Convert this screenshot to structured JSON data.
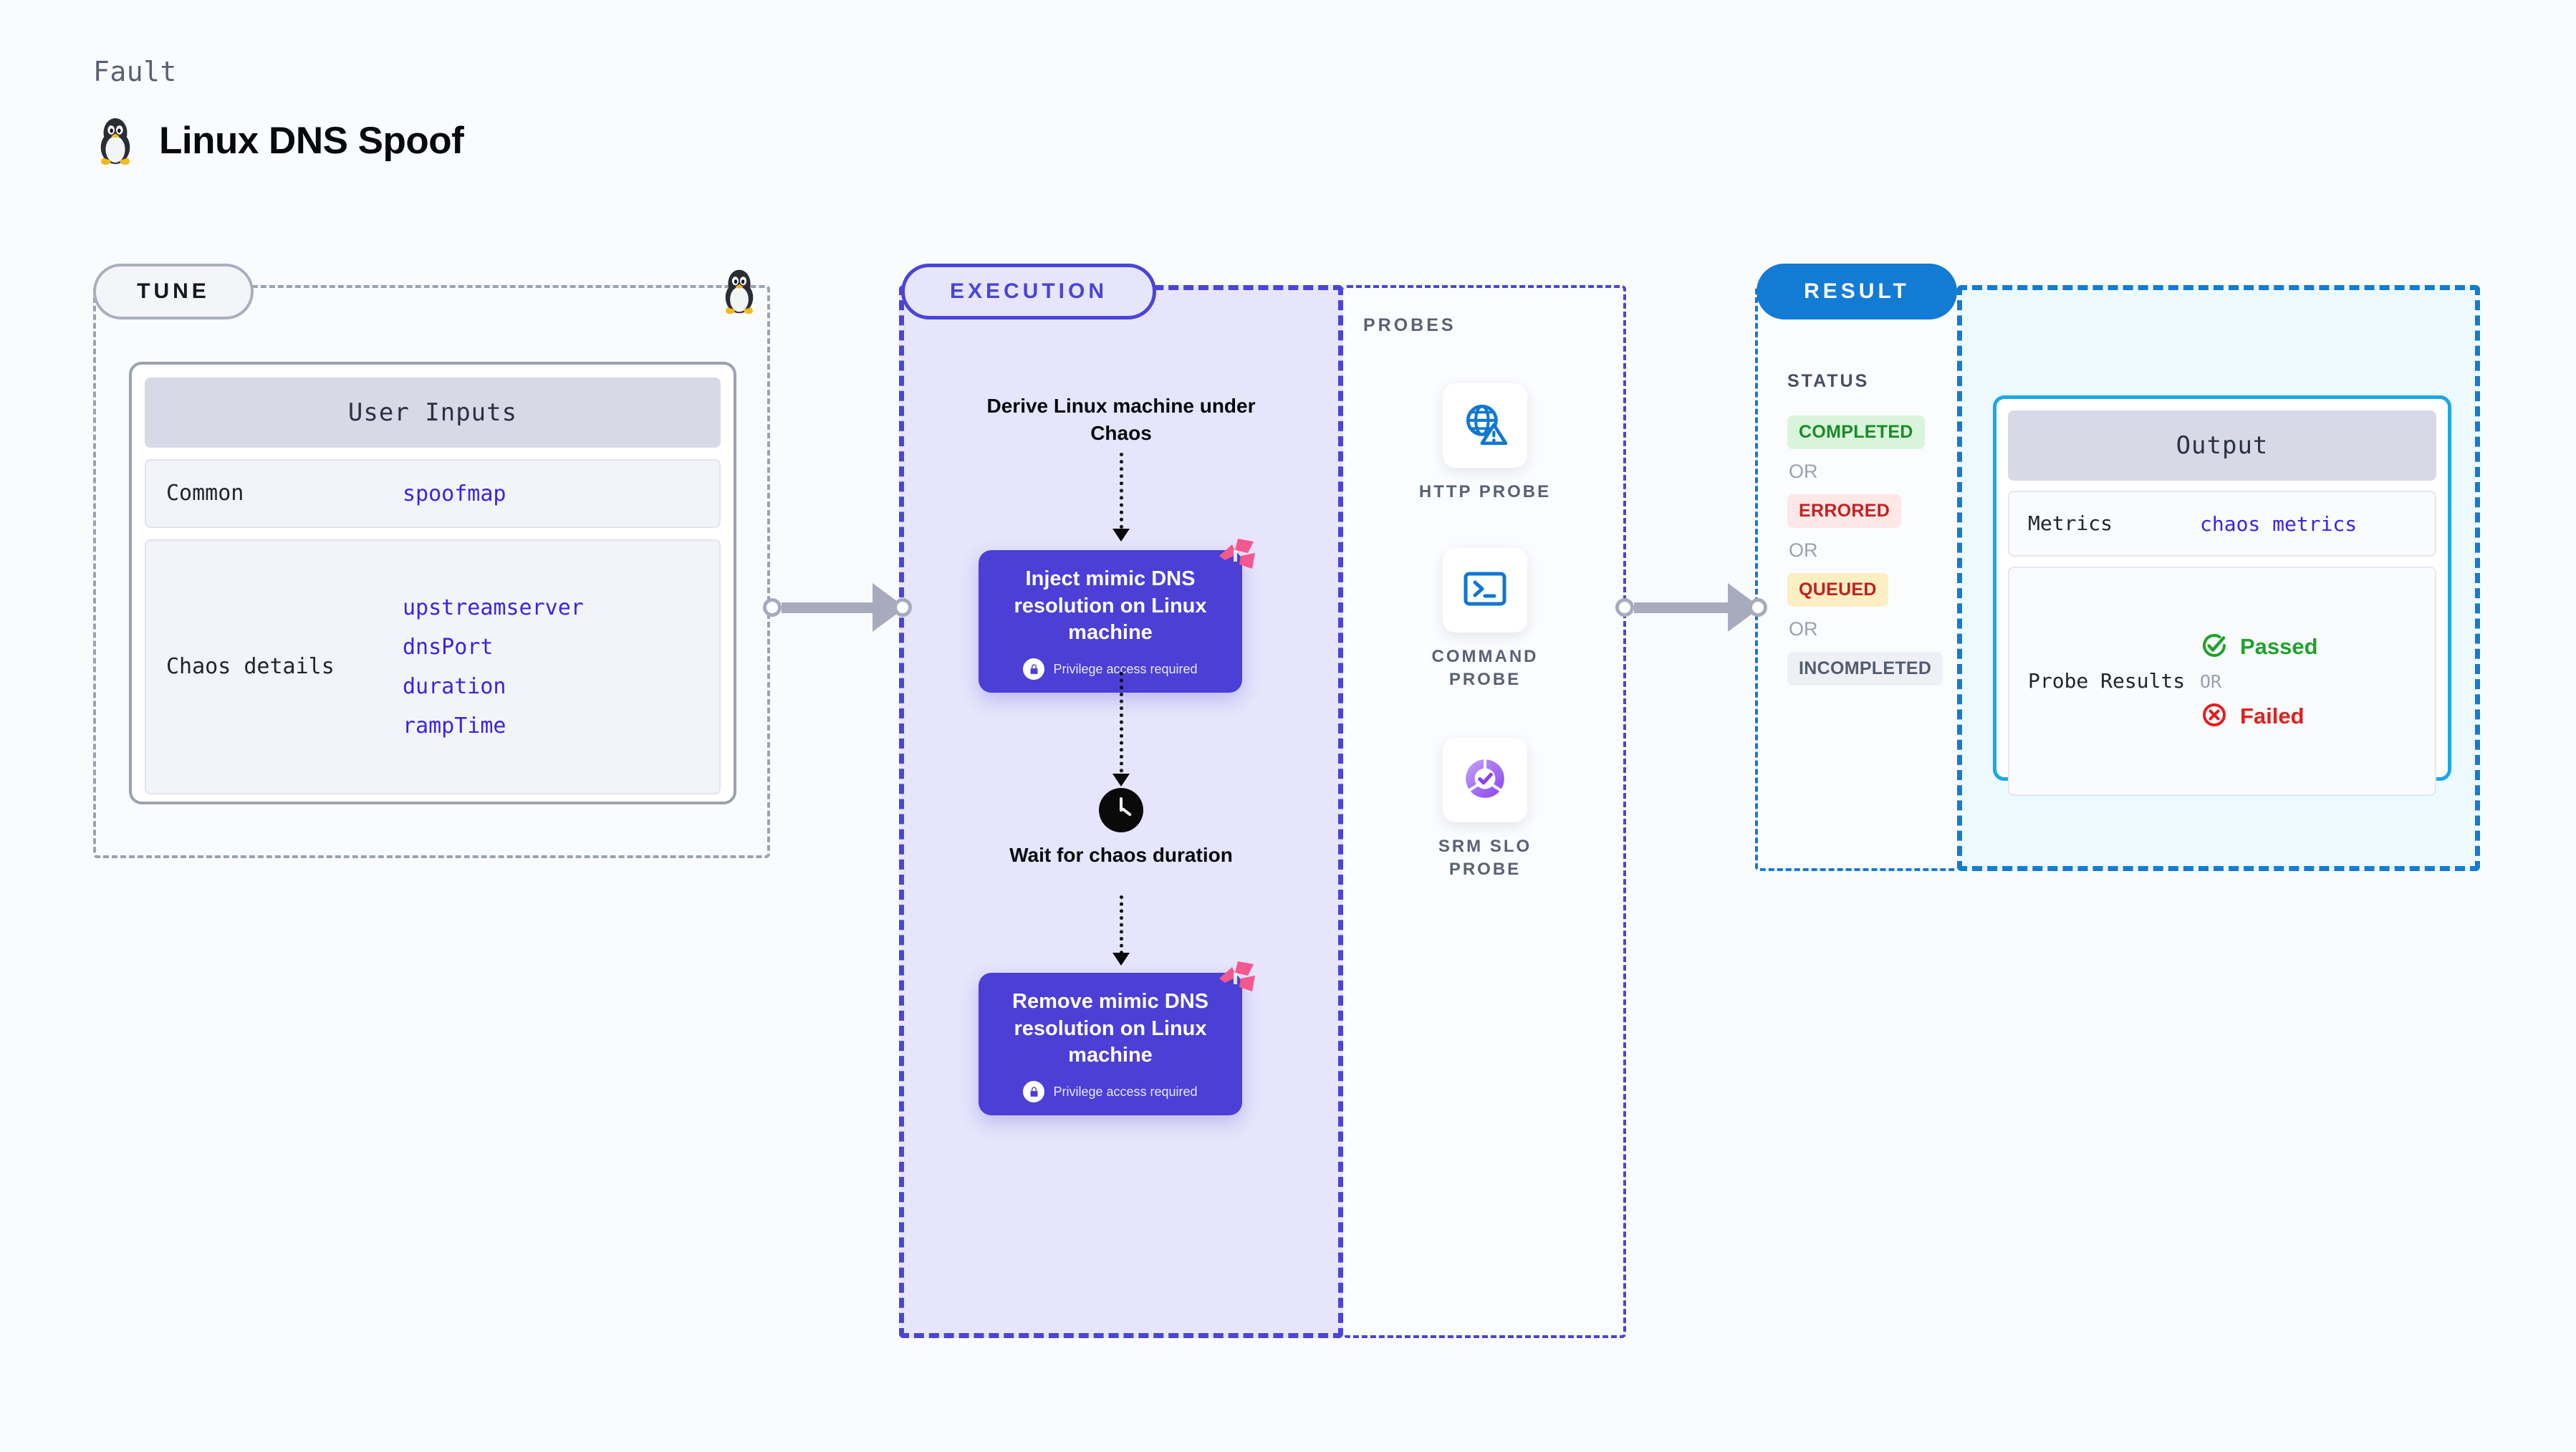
{
  "header": {
    "kicker": "Fault",
    "title": "Linux DNS Spoof",
    "icon": "tux-penguin-icon"
  },
  "sections": {
    "tune": {
      "pill_label": "TUNE"
    },
    "execution": {
      "pill_label": "EXECUTION"
    },
    "probes": {
      "label": "PROBES"
    },
    "result": {
      "pill_label": "RESULT"
    }
  },
  "tune": {
    "card_header": "User Inputs",
    "rows": [
      {
        "label": "Common",
        "values": [
          "spoofmap"
        ]
      },
      {
        "label": "Chaos details",
        "values": [
          "upstreamserver",
          "dnsPort",
          "duration",
          "rampTime"
        ]
      }
    ]
  },
  "execution": {
    "derive_step": "Derive Linux machine under Chaos",
    "wait_step": "Wait for chaos duration",
    "clock_icon": "clock-icon",
    "cards": [
      {
        "title": "Inject mimic DNS resolution on Linux machine",
        "privilege_note": "Privilege access required",
        "lock_icon": "lock-icon",
        "ribbon_icon": "chaos-ribbon-icon"
      },
      {
        "title": "Remove mimic DNS resolution on Linux machine",
        "privilege_note": "Privilege access required",
        "lock_icon": "lock-icon",
        "ribbon_icon": "chaos-ribbon-icon"
      }
    ]
  },
  "probes": [
    {
      "name": "HTTP PROBE",
      "icon": "globe-warning-icon"
    },
    {
      "name": "COMMAND PROBE",
      "icon": "terminal-prompt-icon"
    },
    {
      "name": "SRM SLO PROBE",
      "icon": "slo-donut-check-icon"
    }
  ],
  "result": {
    "status_label": "STATUS",
    "or_label": "OR",
    "statuses": [
      {
        "label": "COMPLETED",
        "color": "#1a8b27"
      },
      {
        "label": "ERRORED",
        "color": "#c81f1f"
      },
      {
        "label": "QUEUED",
        "color": "#c21f1f"
      },
      {
        "label": "INCOMPLETED",
        "color": "#545b6e"
      }
    ]
  },
  "output": {
    "card_header": "Output",
    "metrics_label": "Metrics",
    "metrics_value": "chaos metrics",
    "probe_results_label": "Probe Results",
    "passed_label": "Passed",
    "failed_label": "Failed",
    "or_label": "OR",
    "passed_icon": "check-circle-icon",
    "failed_icon": "x-circle-icon"
  },
  "colors": {
    "accent_purple": "#4b44d8",
    "accent_blue": "#127bd4",
    "card_purple": "#4b3fd6",
    "mono_value": "#3b23e8",
    "ribbon_pink": "#f4588f",
    "connector_gray": "#a8abbd"
  }
}
